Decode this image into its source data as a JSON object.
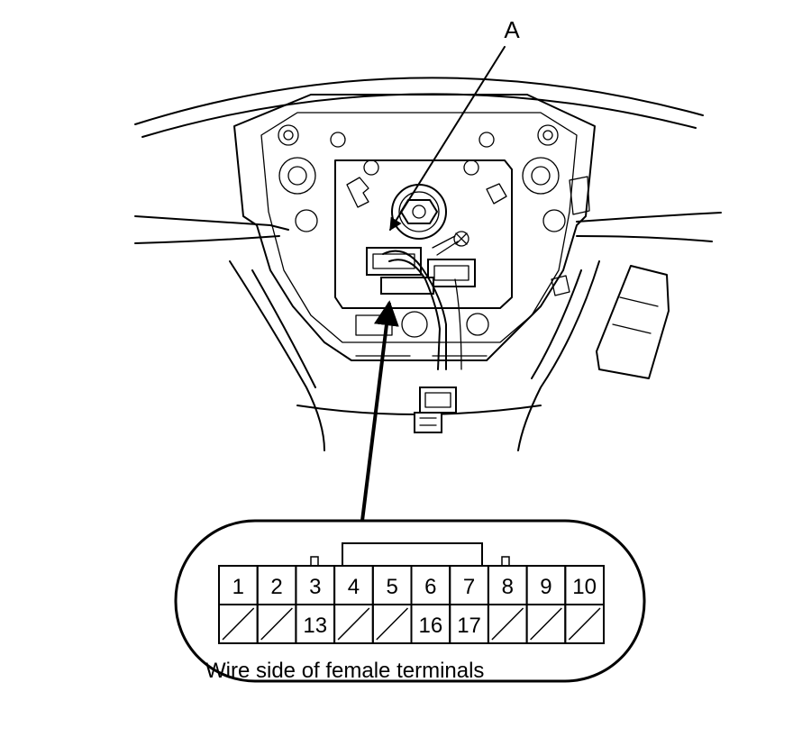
{
  "callout": {
    "letter": "A"
  },
  "connector": {
    "top_row": [
      "1",
      "2",
      "3",
      "4",
      "5",
      "6",
      "7",
      "8",
      "9",
      "10"
    ],
    "bottom_row": [
      "",
      "",
      "13",
      "",
      "",
      "16",
      "17",
      "",
      "",
      ""
    ],
    "caption": "Wire side of female terminals"
  }
}
